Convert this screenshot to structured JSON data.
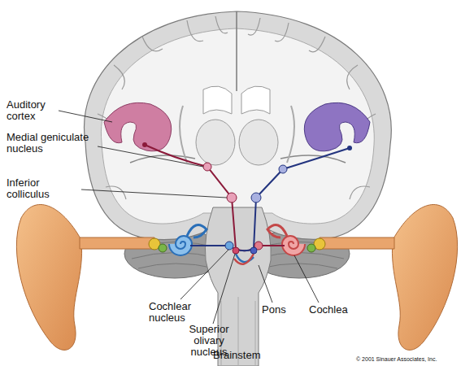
{
  "diagram": {
    "labels": [
      "Auditory cortex",
      "Medial geniculate nucleus",
      "Inferior colliculus",
      "Cochlear nucleus",
      "Superior olivary nucleus",
      "Pons",
      "Cochlea",
      "Brainstem",
      "© 2001 Sinauer Associates, Inc."
    ]
  }
}
